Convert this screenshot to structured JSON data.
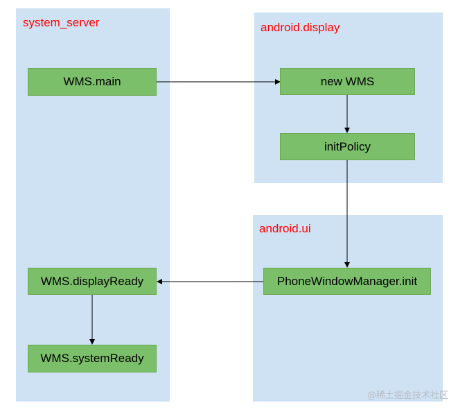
{
  "lanes": {
    "system_server": {
      "title": "system_server"
    },
    "android_display": {
      "title": "android.display"
    },
    "android_ui": {
      "title": "android.ui"
    }
  },
  "nodes": {
    "wms_main": "WMS.main",
    "new_wms": "new WMS",
    "init_policy": "initPolicy",
    "phone_window_manager_init": "PhoneWindowManager.init",
    "wms_display_ready": "WMS.displayReady",
    "wms_system_ready": "WMS.systemReady"
  },
  "edges": [
    {
      "from": "WMS.main",
      "to": "new WMS"
    },
    {
      "from": "new WMS",
      "to": "initPolicy"
    },
    {
      "from": "initPolicy",
      "to": "PhoneWindowManager.init"
    },
    {
      "from": "PhoneWindowManager.init",
      "to": "WMS.displayReady"
    },
    {
      "from": "WMS.displayReady",
      "to": "WMS.systemReady"
    }
  ],
  "watermark": "@稀土掘金技术社区",
  "colors": {
    "lane_fill": "#cfe2f3",
    "lane_title": "#ff0000",
    "node_fill": "#7bbf6a",
    "node_border": "#6aa84f",
    "edge": "#000000"
  }
}
